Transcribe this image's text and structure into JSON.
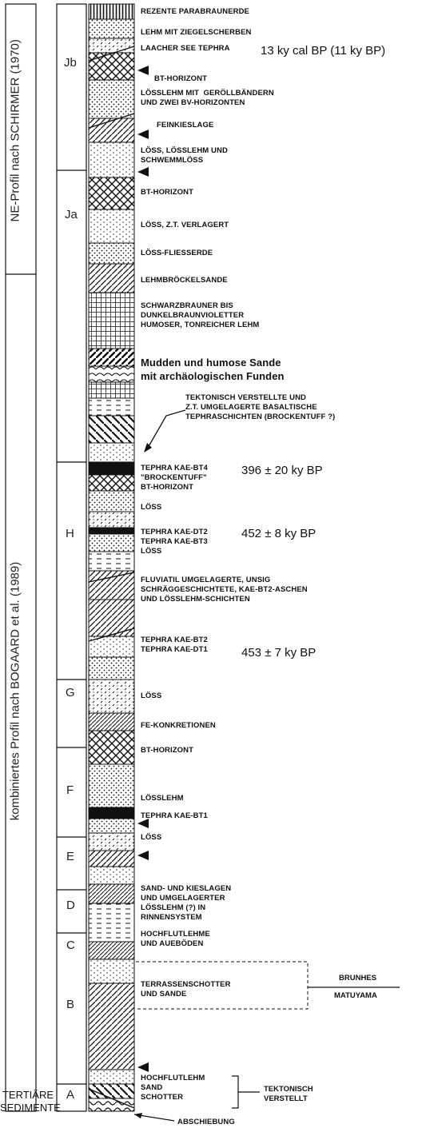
{
  "profile_labels": {
    "upper": "NE-Profil nach SCHIRMER (1970)",
    "lower": "kombiniertes Profil nach BOGAARD et al. (1989)"
  },
  "units": [
    "Jb",
    "Ja",
    "H",
    "G",
    "F",
    "E",
    "D",
    "C",
    "B",
    "A"
  ],
  "descriptions": {
    "d1": "REZENTE PARABRAUNERDE",
    "d2": "LEHM MIT ZIEGELSCHERBEN",
    "d3": "LAACHER SEE TEPHRA",
    "d4": "BT-HORIZONT",
    "d5": "LÖSSLEHM MIT  GERÖLLBÄNDERN\nUND ZWEI BV-HORIZONTEN",
    "d6": "FEINKIESLAGE",
    "d7": "LÖSS, LÖSSLEHM UND\nSCHWEMMLÖSS",
    "d8": "BT-HORIZONT",
    "d9": "LÖSS, Z.T. VERLAGERT",
    "d10": "LÖSS-FLIEßERDE",
    "d11": "LEHMBRÖCKELSANDE",
    "d12": "SCHWARZBRAUNER BIS\nDUNKELBRAUNVIOLETTER\nHUMOSER, TONREICHER LEHM",
    "d13": "Mudden und humose Sande\nmit archäologischen Funden",
    "d14": "TEKTONISCH VERSTELLTE UND\nZ.T. UMGELAGERTE BASALTISCHE\nTEPHRASCHICHTEN (BROCKENTUFF ?)",
    "d15": "TEPHRA KAE-BT4\n\"BROCKENTUFF\"\nBT-HORIZONT",
    "d16": "LÖSS",
    "d17": "TEPHRA KAE-DT2\nTEPHRA KAE-BT3\nLÖSS",
    "d18": "FLUVIATIL UMGELAGERTE, UNSIG\nSCHRÄGGESCHICHTETE, KAE-BT2-ASCHEN\nUND LÖSSLEHM-SCHICHTEN",
    "d19": "TEPHRA KAE-BT2\nTEPHRA KAE-DT1",
    "d20": "LÖSS",
    "d21": "Fe-KONKRETIONEN",
    "d22": "BT-HORIZONT",
    "d23": "LÖSSLEHM",
    "d24": "TEPHRA KAE-BT1",
    "d25": "LÖSS",
    "d26": "SAND- UND KIESLAGEN\nUND UMGELAGERTER\nLÖSSLEHM (?) IN\nRINNENSYSTEM",
    "d27": "HOCHFLUTLEHME\nUND AUEBÖDEN",
    "d28": "TERRASSENSCHOTTER\nUND SANDE",
    "d29": "HOCHFLUTLEHM\nSAND\nSCHOTTER",
    "d30": "ABSCHIEBUNG"
  },
  "ages": {
    "a1": "13 ky cal BP (11 ky BP)",
    "a2": "396 ± 20 ky BP",
    "a3": "452 ± 8 ky BP",
    "a4": "453 ± 7 ky BP"
  },
  "magnetic": {
    "upper": "BRUNHES",
    "lower": "MATUYAMA"
  },
  "tectonic": "TEKTONISCH\nVERSTELLT",
  "bottom_label": "TERTIÄRE\nSEDIMENTE"
}
